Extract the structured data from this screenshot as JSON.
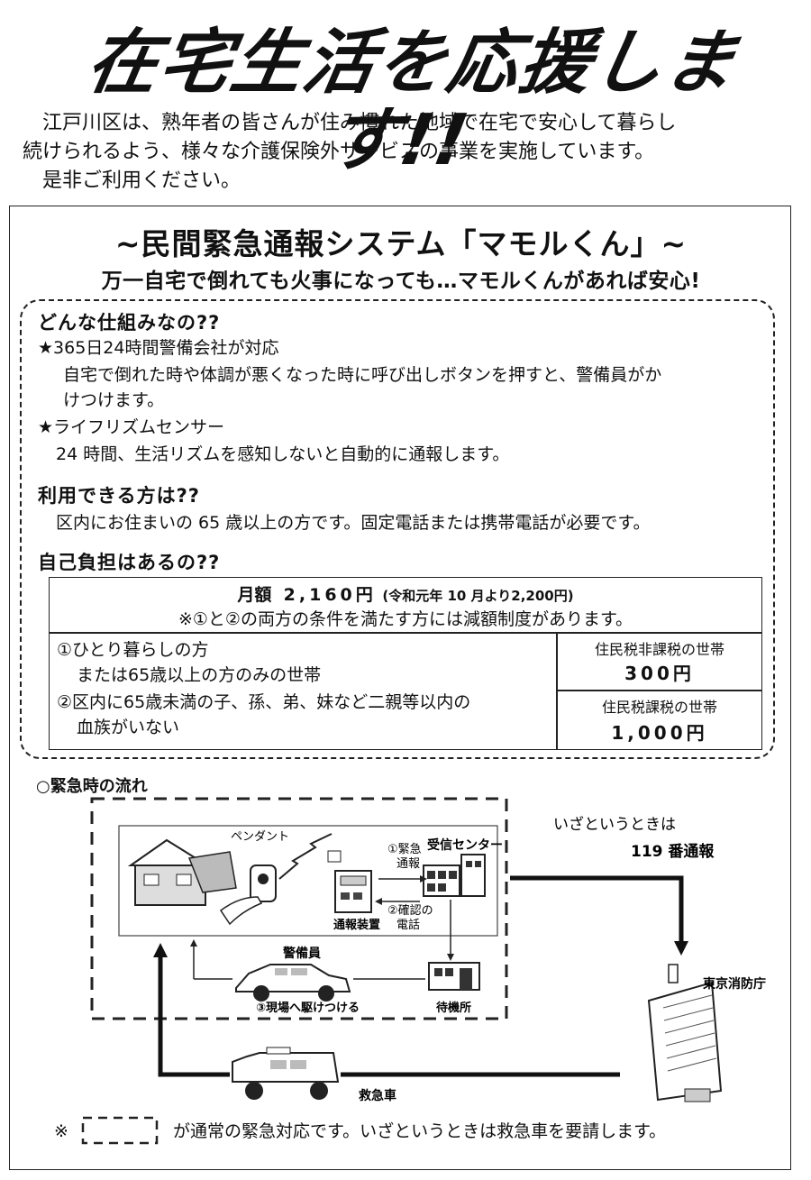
{
  "header": {
    "title": "在宅生活を応援します!!",
    "intro_lines": [
      "江戸川区は、熟年者の皆さんが住み慣れた地域で在宅で安心して暮らし",
      "続けられるよう、様々な介護保険外サービスの事業を実施しています。",
      "是非ご利用ください。"
    ]
  },
  "system": {
    "heading": "~民間緊急通報システム「マモルくん」~",
    "tagline": "万一自宅で倒れても火事になっても…マモルくんがあれば安心!"
  },
  "how_it_works": {
    "heading": "どんな仕組みなの??",
    "item1_title": "★365日24時間警備会社が対応",
    "item1_body_1": "自宅で倒れた時や体調が悪くなった時に呼び出しボタンを押すと、警備員がか",
    "item1_body_2": "けつけます。",
    "item2_title": "★ライフリズムセンサー",
    "item2_body": "24 時間、生活リズムを感知しないと自動的に通報します。"
  },
  "eligibility": {
    "heading": "利用できる方は??",
    "body": "区内にお住まいの 65 歳以上の方です。固定電話または携帯電話が必要です。"
  },
  "cost": {
    "heading": "自己負担はあるの??",
    "monthly_label": "月額",
    "monthly_amount": "2,160円",
    "monthly_note": "(令和元年 10 月より2,200円)",
    "reduction_note": "※①と②の両方の条件を満たす方には減額制度があります。",
    "condition1_1": "①ひとり暮らしの方",
    "condition1_2": "または65歳以上の方のみの世帯",
    "condition2_1": "②区内に65歳未満の子、孫、弟、妹など二親等以内の",
    "condition2_2": "血族がいない",
    "tier1_label": "住民税非課税の世帯",
    "tier1_amount": "300円",
    "tier2_label": "住民税課税の世帯",
    "tier2_amount": "1,000円"
  },
  "flow": {
    "title": "○緊急時の流れ",
    "pendant": "ペンダント",
    "emergency_call_1": "①緊急",
    "emergency_call_2": "通報",
    "receiving_center": "受信センター",
    "confirm_call_1": "②確認の",
    "confirm_call_2": "電話",
    "reporting_device": "通報装置",
    "guard": "警備員",
    "rush_to_scene": "③現場へ駆けつける",
    "standby_station": "待機所",
    "in_case_1": "いざというときは",
    "in_case_2": "119 番通報",
    "fire_department": "東京消防庁",
    "ambulance": "救急車",
    "footer_prefix": "※",
    "footer_text": "が通常の緊急対応です。いざというときは救急車を要請します。"
  }
}
